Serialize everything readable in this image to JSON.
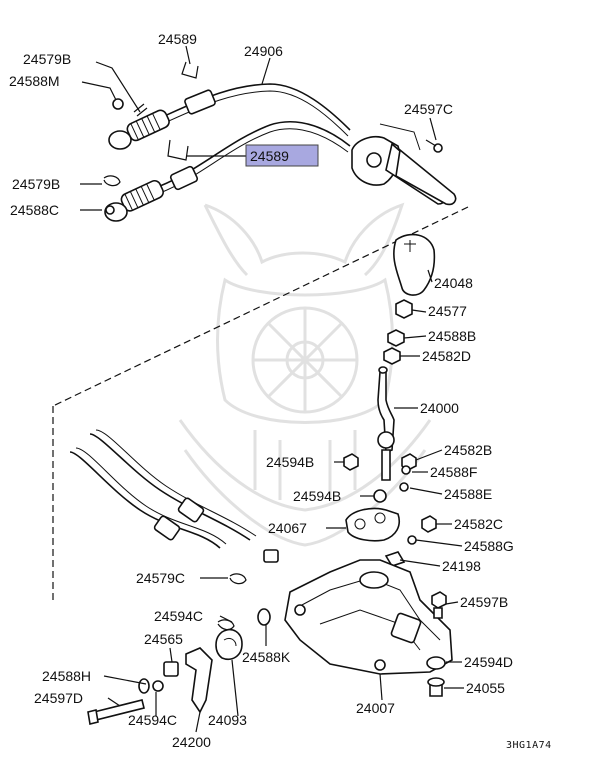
{
  "diagram": {
    "drawing_code": "3HG1A74",
    "highlight_color": "#a8a8e0",
    "callouts": [
      {
        "id": "c1",
        "text": "24579B",
        "highlight": false
      },
      {
        "id": "c2",
        "text": "24588M",
        "highlight": false
      },
      {
        "id": "c3",
        "text": "24589",
        "highlight": false
      },
      {
        "id": "c4",
        "text": "24906",
        "highlight": false
      },
      {
        "id": "c5",
        "text": "24597C",
        "highlight": false
      },
      {
        "id": "c6",
        "text": "24589",
        "highlight": true
      },
      {
        "id": "c7",
        "text": "24579B",
        "highlight": false
      },
      {
        "id": "c8",
        "text": "24588C",
        "highlight": false
      },
      {
        "id": "c9",
        "text": "24048",
        "highlight": false
      },
      {
        "id": "c10",
        "text": "24577",
        "highlight": false
      },
      {
        "id": "c11",
        "text": "24588B",
        "highlight": false
      },
      {
        "id": "c12",
        "text": "24582D",
        "highlight": false
      },
      {
        "id": "c13",
        "text": "24000",
        "highlight": false
      },
      {
        "id": "c14",
        "text": "24582B",
        "highlight": false
      },
      {
        "id": "c15",
        "text": "24594B",
        "highlight": false
      },
      {
        "id": "c16",
        "text": "24588F",
        "highlight": false
      },
      {
        "id": "c17",
        "text": "24594B",
        "highlight": false
      },
      {
        "id": "c18",
        "text": "24588E",
        "highlight": false
      },
      {
        "id": "c19",
        "text": "24067",
        "highlight": false
      },
      {
        "id": "c20",
        "text": "24582C",
        "highlight": false
      },
      {
        "id": "c21",
        "text": "24588G",
        "highlight": false
      },
      {
        "id": "c22",
        "text": "24198",
        "highlight": false
      },
      {
        "id": "c23",
        "text": "24579C",
        "highlight": false
      },
      {
        "id": "c24",
        "text": "24597B",
        "highlight": false
      },
      {
        "id": "c25",
        "text": "24594C",
        "highlight": false
      },
      {
        "id": "c26",
        "text": "24565",
        "highlight": false
      },
      {
        "id": "c27",
        "text": "24588K",
        "highlight": false
      },
      {
        "id": "c28",
        "text": "24594D",
        "highlight": false
      },
      {
        "id": "c29",
        "text": "24588H",
        "highlight": false
      },
      {
        "id": "c30",
        "text": "24055",
        "highlight": false
      },
      {
        "id": "c31",
        "text": "24597D",
        "highlight": false
      },
      {
        "id": "c32",
        "text": "24594C",
        "highlight": false
      },
      {
        "id": "c33",
        "text": "24093",
        "highlight": false
      },
      {
        "id": "c34",
        "text": "24007",
        "highlight": false
      },
      {
        "id": "c35",
        "text": "24200",
        "highlight": false
      }
    ]
  }
}
